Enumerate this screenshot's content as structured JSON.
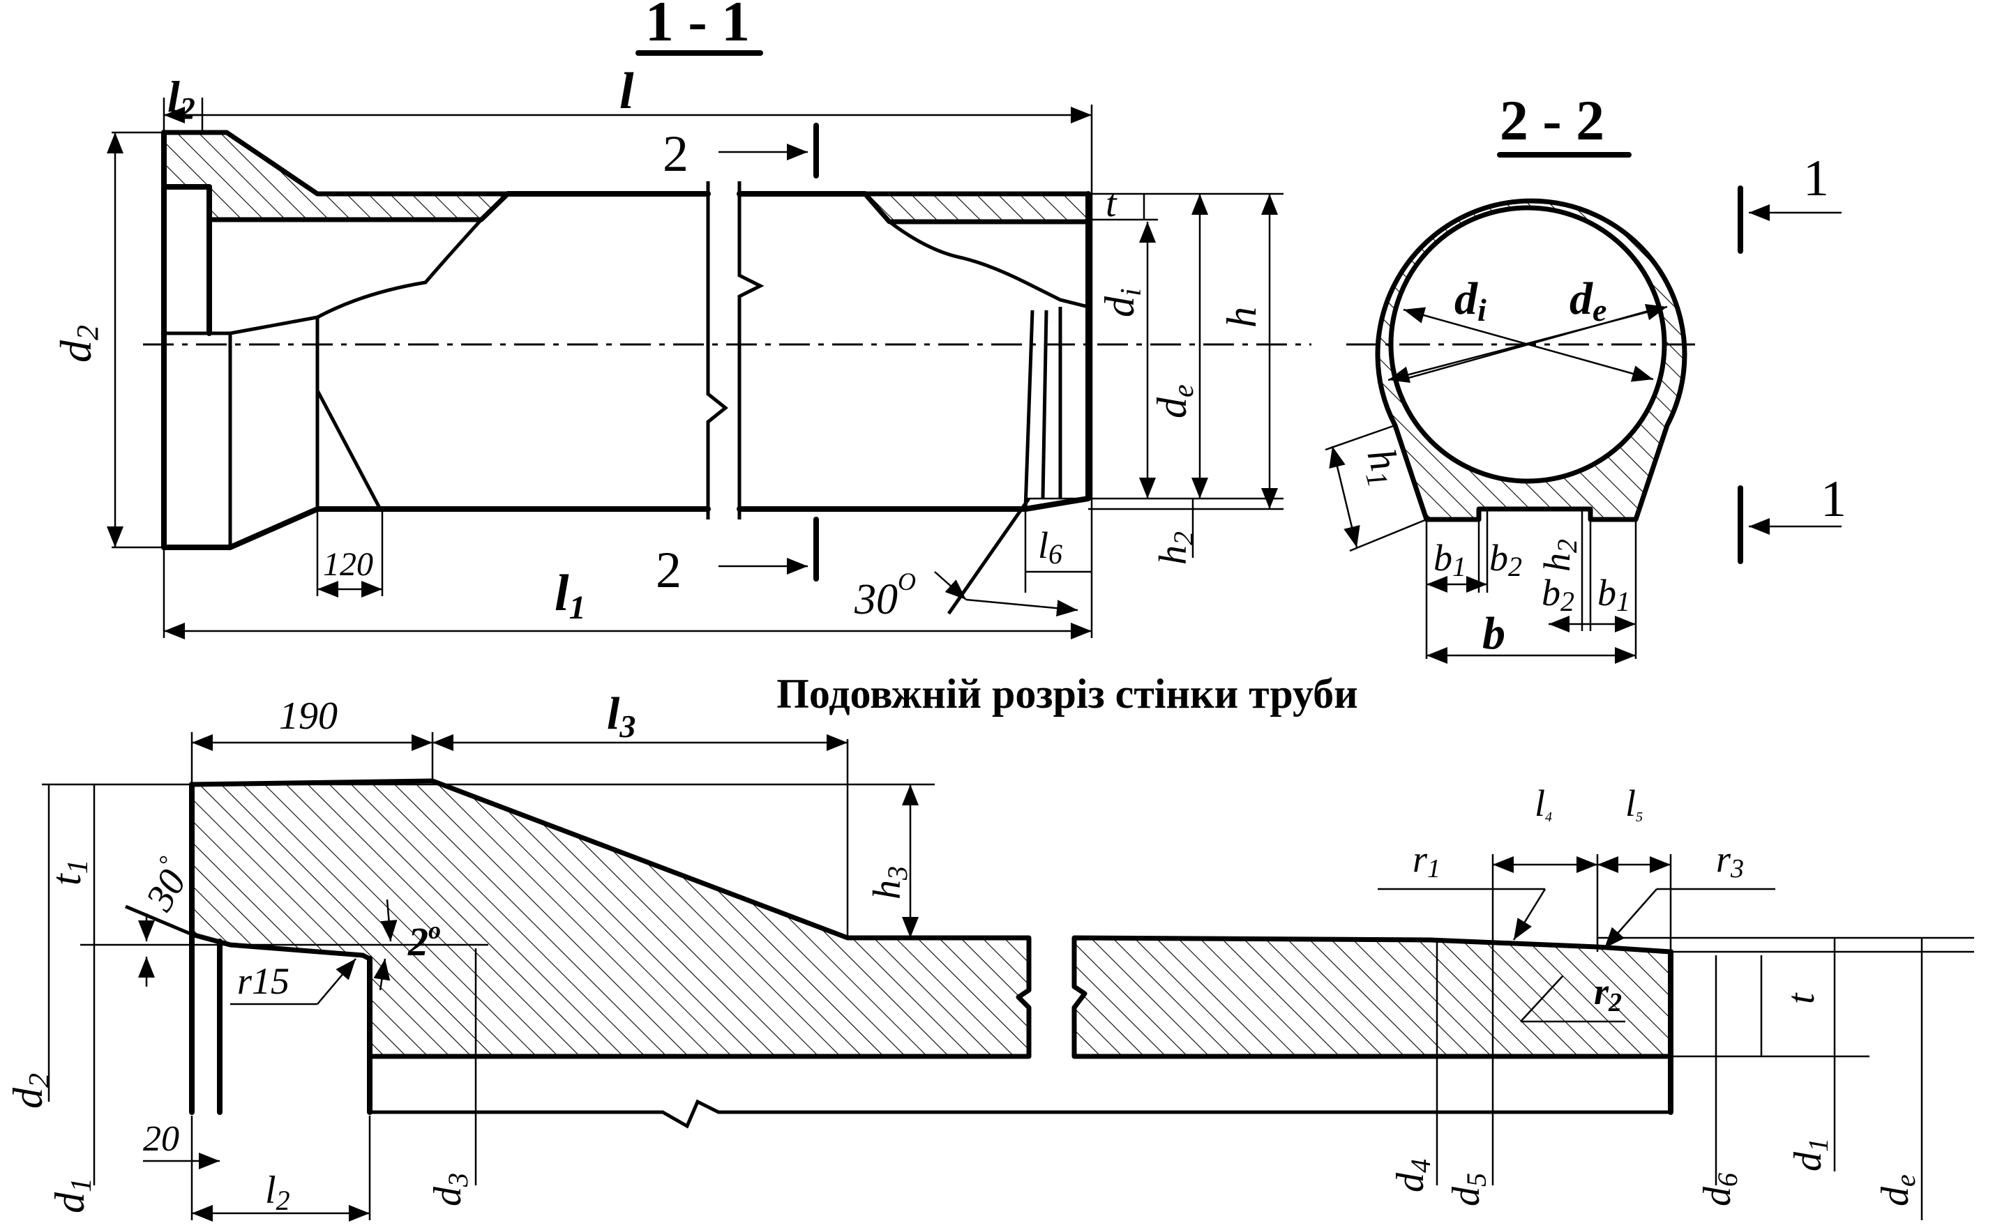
{
  "section_1_1": {
    "title": "1 - 1",
    "labels": {
      "l": "l",
      "l2": "l",
      "l2_sub": "2",
      "l1": "l",
      "l1_sub": "1",
      "d2": "d",
      "d2_sub": "2",
      "t": "t",
      "di": "d",
      "di_sub": "i",
      "de": "d",
      "de_sub": "e",
      "h": "h",
      "h2": "h",
      "h2_sub": "2",
      "l6": "l",
      "l6_sub": "6",
      "dim_120": "120",
      "angle_30": "30",
      "angle_deg": "O",
      "cut_upper": "2",
      "cut_lower": "2"
    }
  },
  "section_2_2": {
    "title": "2 - 2",
    "labels": {
      "di": "d",
      "di_sub": "i",
      "de": "d",
      "de_sub": "e",
      "h1": "h",
      "h1_sub": "1",
      "h2": "h",
      "h2_sub": "2",
      "b1_left": "b",
      "b1_left_sub": "1",
      "b2_left": "b",
      "b2_left_sub": "2",
      "b2_right": "b",
      "b2_right_sub": "2",
      "b1_right": "b",
      "b1_right_sub": "1",
      "b": "b",
      "cut_upper": "1",
      "cut_lower": "1"
    }
  },
  "longitudinal": {
    "title": "Подовжній розріз стінки труби",
    "labels": {
      "dim_190": "190",
      "l3": "l",
      "l3_sub": "3",
      "t1": "t",
      "t1_sub": "1",
      "h3": "h",
      "h3_sub": "3",
      "angle_30": "30",
      "angle_2": "2",
      "deg": "°",
      "deg_o": "o",
      "r15": "r15",
      "r1": "r",
      "r1_sub": "1",
      "r3": "r",
      "r3_sub": "3",
      "r2": "r",
      "r2_sub": "2",
      "l4": "l",
      "l4_sub": "4",
      "l5": "l",
      "l5_sub": "5",
      "t": "t",
      "d2": "d",
      "d2_sub": "2",
      "d1_left": "d",
      "d1_left_sub": "1",
      "dim_20": "20",
      "l2": "l",
      "l2_sub": "2",
      "d3": "d",
      "d3_sub": "3",
      "d4": "d",
      "d4_sub": "4",
      "d5": "d",
      "d5_sub": "5",
      "d6": "d",
      "d6_sub": "6",
      "d1_right": "d",
      "d1_right_sub": "1",
      "de": "d",
      "de_sub": "e"
    }
  }
}
